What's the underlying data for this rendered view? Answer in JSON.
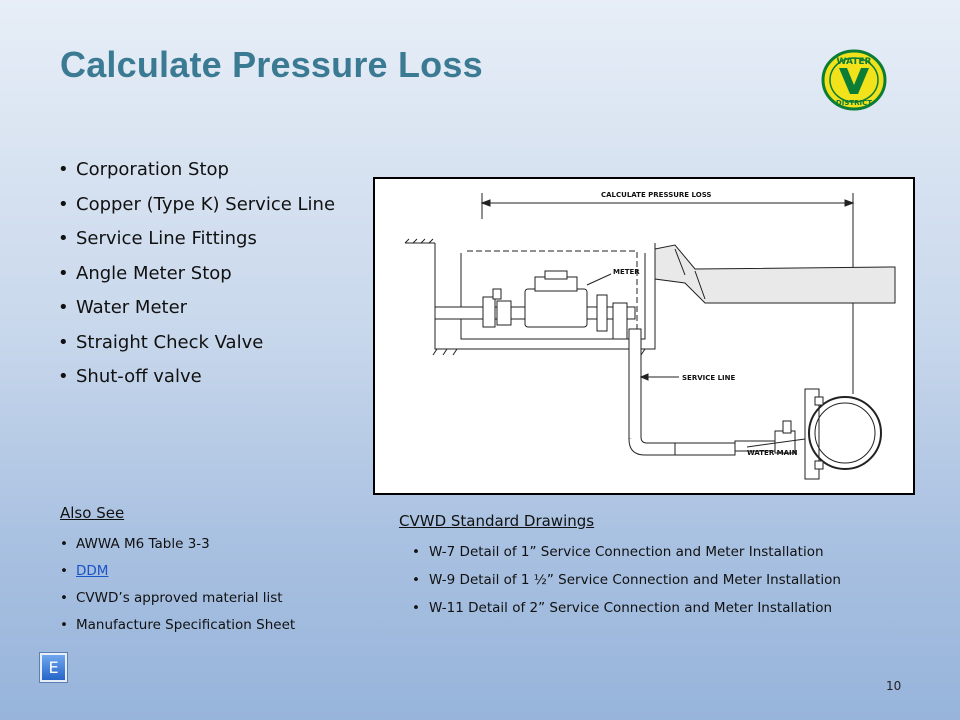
{
  "slide": {
    "title": "Calculate Pressure Loss",
    "page_number": "10",
    "nav_button_label": "E"
  },
  "logo": {
    "text_top": "WATER",
    "letter": "V",
    "text_bottom": "DISTRICT",
    "color_fill": "#f2e21b",
    "color_ink": "#0b7d36"
  },
  "components": [
    "Corporation Stop",
    "Copper (Type K) Service Line",
    "Service Line Fittings",
    "Angle Meter Stop",
    "Water Meter",
    "Straight Check Valve",
    "Shut-off valve"
  ],
  "drawing": {
    "header": "CALCULATE PRESSURE LOSS",
    "meter_label": "METER",
    "service_line_label": "SERVICE LINE",
    "water_main_label": "WATER MAIN"
  },
  "also_see": {
    "heading": "Also See",
    "items": [
      {
        "text": "AWWA M6 Table 3-3",
        "link": false
      },
      {
        "text": "DDM",
        "link": true
      },
      {
        "text": "CVWD’s approved material list",
        "link": false
      },
      {
        "text": "Manufacture Specification Sheet",
        "link": false
      }
    ]
  },
  "standard_drawings": {
    "heading": "CVWD Standard Drawings",
    "items": [
      "W-7  Detail  of 1” Service Connection and Meter Installation",
      "W-9  Detail  of 1 ½” Service Connection and Meter Installation",
      "W-11  Detail  of 2” Service Connection and Meter Installation"
    ]
  }
}
